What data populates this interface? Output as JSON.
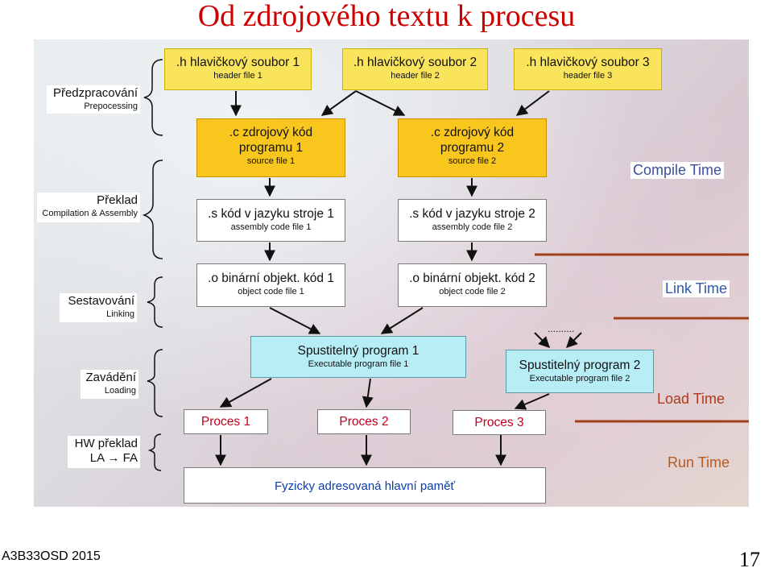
{
  "title": "Od zdrojového textu k procesu",
  "header_files": [
    {
      "title": ".h hlavičkový soubor 1",
      "sub": "header file 1"
    },
    {
      "title": ".h hlavičkový soubor 2",
      "sub": "header file 2"
    },
    {
      "title": ".h hlavičkový soubor 3",
      "sub": "header file 3"
    }
  ],
  "source_files": [
    {
      "title1": ".c zdrojový kód",
      "title2": "programu 1",
      "sub": "source file 1"
    },
    {
      "title1": ".c zdrojový kód",
      "title2": "programu 2",
      "sub": "source file 2"
    }
  ],
  "assembly_files": [
    {
      "title": ".s kód v jazyku stroje 1",
      "sub": "assembly code file 1"
    },
    {
      "title": ".s kód v jazyku stroje 2",
      "sub": "assembly code file 2"
    }
  ],
  "object_files": [
    {
      "title": ".o binární objekt. kód 1",
      "sub": "object code file 1"
    },
    {
      "title": ".o binární objekt. kód 2",
      "sub": "object code file 2"
    }
  ],
  "executables": [
    {
      "title": "Spustitelný program 1",
      "sub": "Executable program file 1"
    },
    {
      "title": "Spustitelný program 2",
      "sub": "Executable program file 2"
    }
  ],
  "dots": "..........",
  "processes": [
    "Proces 1",
    "Proces 2",
    "Proces 3"
  ],
  "memory": "Fyzicky adresovaná hlavní paměť",
  "stages": {
    "preprocessing": {
      "title": "Předzpracování",
      "sub": "Prepocessing"
    },
    "compilation": {
      "title": "Překlad",
      "sub": "Compilation & Assembly"
    },
    "linking": {
      "title": "Sestavování",
      "sub": "Linking"
    },
    "loading": {
      "title": "Zavádění",
      "sub": "Loading"
    },
    "hw": {
      "title": "HW překlad",
      "sub": "LA → FA"
    }
  },
  "times": {
    "compile": "Compile Time",
    "link": "Link Time",
    "load": "Load Time",
    "run": "Run Time"
  },
  "colors": {
    "title": "#cc0000",
    "header_box": "#f9e45c",
    "source_box": "#f8c61c",
    "exec_box": "#b7eef6",
    "compile_time": "#3a4f9a",
    "link_time": "#2f58a8",
    "load_time": "#b23a1a",
    "run_time": "#b85a20",
    "divider": "#a0401a"
  },
  "footer": {
    "course": "A3B33OSD 2015",
    "page": "17"
  }
}
